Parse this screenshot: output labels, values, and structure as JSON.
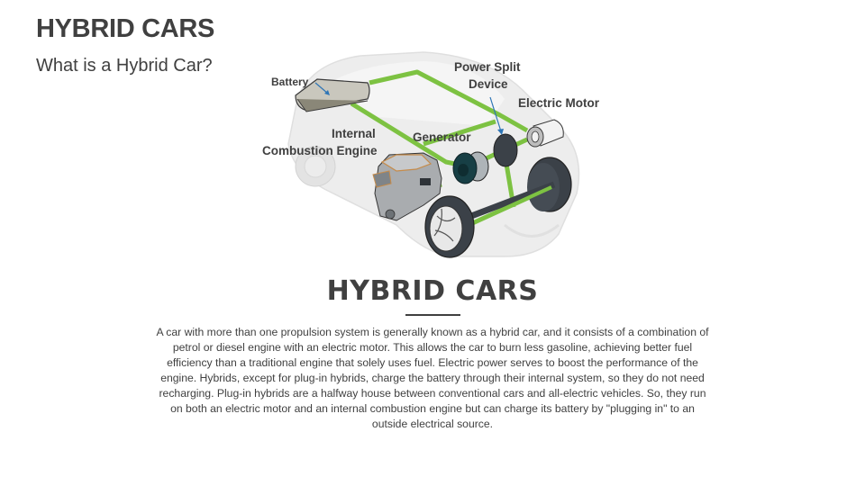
{
  "slide": {
    "title": "HYBRID CARS",
    "subtitle": "What is a Hybrid Car?"
  },
  "diagram": {
    "labels": {
      "battery": "Battery",
      "power_split_line1": "Power Split",
      "power_split_line2": "Device",
      "electric_motor": "Electric Motor",
      "ice_line1": "Internal",
      "ice_line2": "Combustion Engine",
      "generator": "Generator"
    },
    "colors": {
      "power_line": "#7dc242",
      "car_body": "#e6e6e6",
      "component_dark": "#3b4148",
      "generator": "#173f45",
      "arrow": "#2e75b6",
      "engine_outline": "#c58b4a"
    }
  },
  "section": {
    "title": "HYBRID CARS",
    "body": "A car with more than one propulsion system is generally known as a hybrid car, and it consists of a combination of petrol or diesel engine with an electric motor. This allows the car to burn less gasoline, achieving better fuel efficiency than a traditional engine that solely uses fuel. Electric power serves to boost the performance of the engine. Hybrids, except for plug-in hybrids, charge the battery through their internal system, so they do not need recharging. Plug-in hybrids are a halfway house between conventional cars and all-electric vehicles. So, they run on both an electric motor and an internal combustion engine but can charge its battery by \"plugging in\" to an outside electrical source."
  }
}
